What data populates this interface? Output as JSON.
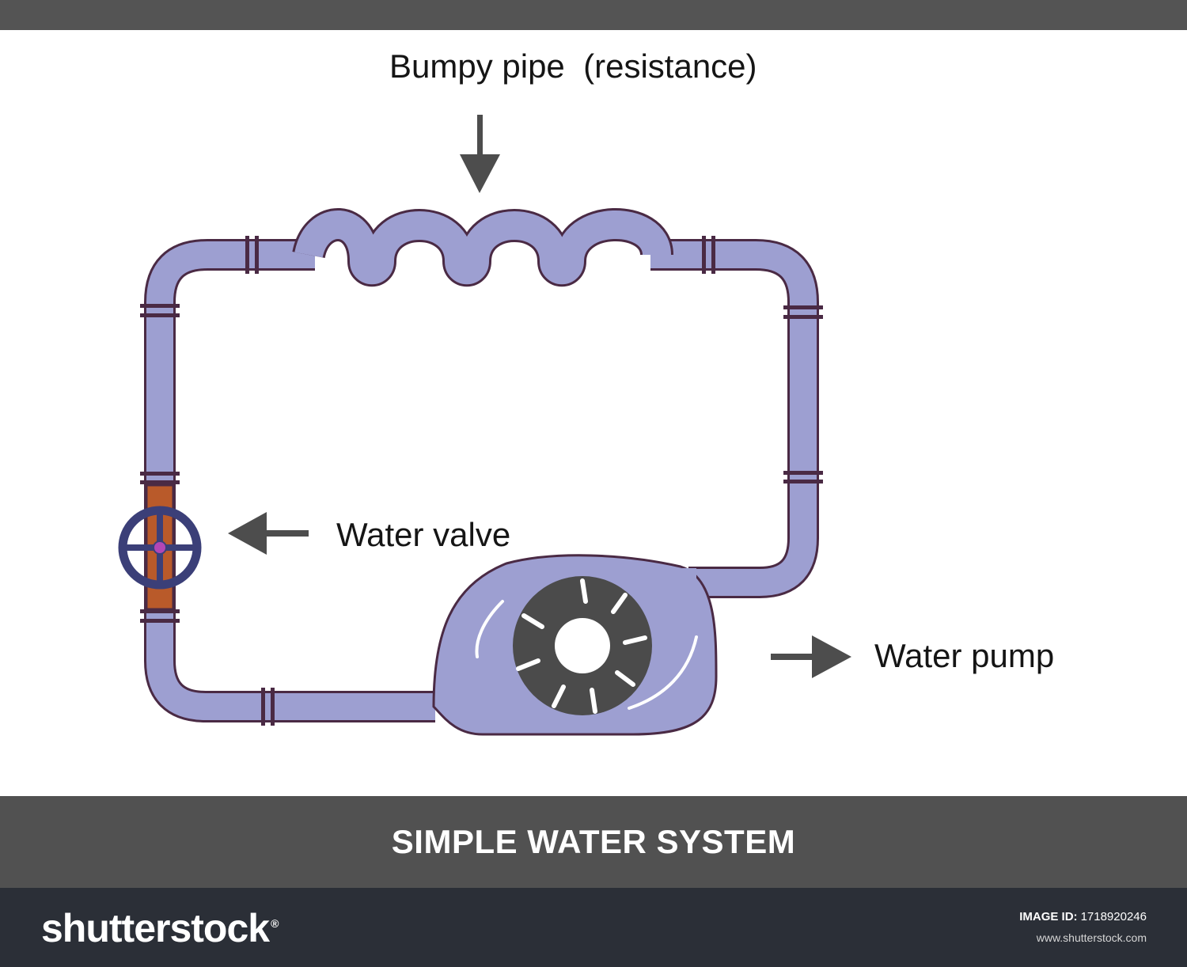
{
  "diagram": {
    "title": "SIMPLE WATER SYSTEM",
    "labels": {
      "bumpy_pipe": "Bumpy pipe  (resistance)",
      "water_valve": "Water valve",
      "water_pump": "Water pump"
    },
    "colors": {
      "pipe_fill": "#9d9fd1",
      "pipe_outline": "#4a2a44",
      "valve_pipe": "#b95a2a",
      "valve_wheel": "#3b3f78",
      "valve_center": "#b346b5",
      "impeller": "#4b4b4b",
      "arrow": "#4d4d4d",
      "band": "#515151"
    },
    "icons": [
      "bumpy-pipe-icon",
      "valve-wheel-icon",
      "pump-impeller-icon",
      "arrow-down-icon",
      "arrow-left-icon",
      "arrow-right-icon"
    ]
  },
  "footer": {
    "brand": "shutterstock",
    "image_id_label": "IMAGE ID:",
    "image_id": "1718920246",
    "site": "www.shutterstock.com"
  }
}
